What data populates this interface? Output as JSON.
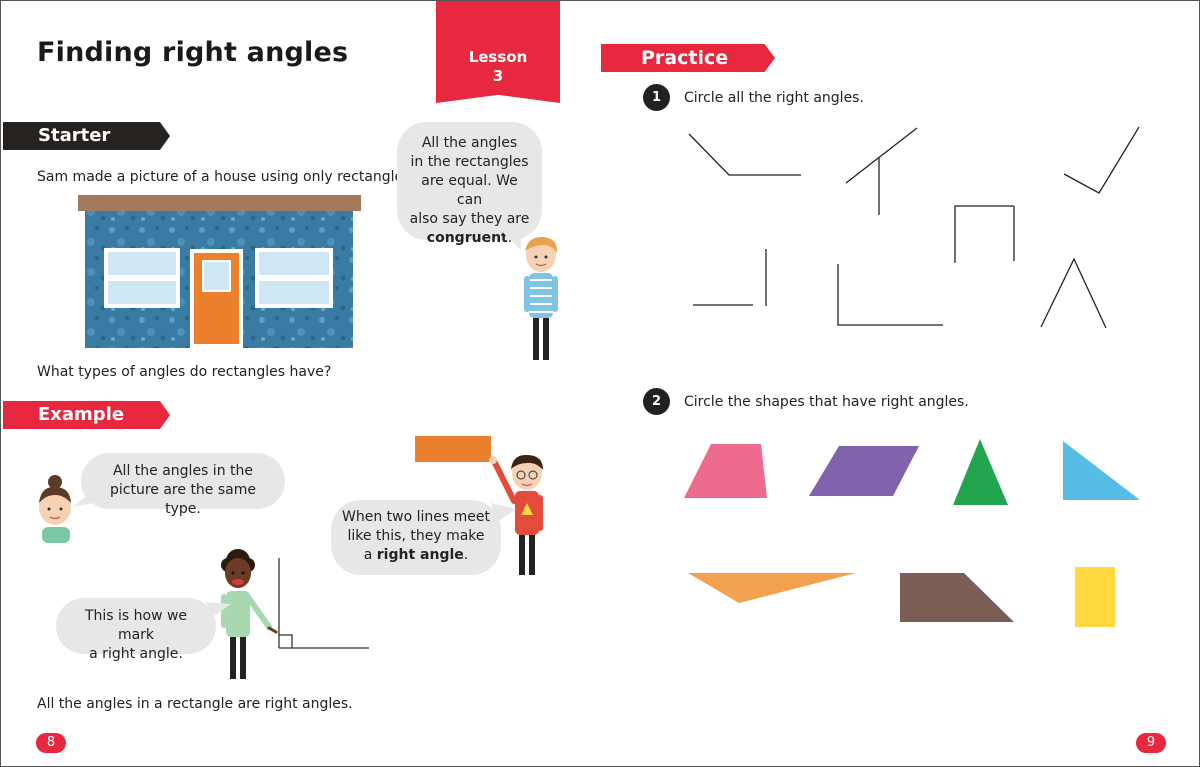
{
  "header": {
    "title": "Finding right angles",
    "lesson_label": "Lesson",
    "lesson_number": "3"
  },
  "starter": {
    "heading": "Starter",
    "intro": "Sam made a picture of a house using only rectangles.",
    "question": "What types of angles do rectangles have?",
    "bubble": {
      "line1": "All the angles",
      "line2": "in the rectangles",
      "line3": "are equal. We can",
      "line4": "also say they are",
      "emphasis": "congruent",
      "end": "."
    }
  },
  "example": {
    "heading": "Example",
    "bubble_girl": {
      "line1": "All the angles in the",
      "line2": "picture are the same type."
    },
    "bubble_boy": {
      "line1": "When two lines meet",
      "line2": "like this, they make",
      "prefix": "a ",
      "emphasis": "right angle",
      "end": "."
    },
    "bubble_mark": {
      "line1": "This is how we mark",
      "line2": "a right angle."
    },
    "conclusion": "All the angles in a rectangle are right angles."
  },
  "practice": {
    "heading": "Practice",
    "questions": [
      {
        "number": "1",
        "text": "Circle all the right angles."
      },
      {
        "number": "2",
        "text": "Circle the shapes that have right angles."
      }
    ]
  },
  "footer": {
    "left_page": "8",
    "right_page": "9"
  },
  "colors": {
    "accent_red": "#e7283f",
    "banner_dark": "#262220",
    "house_wall": "#3a7ba3",
    "house_roof": "#a37a5c",
    "door": "#ec7f2b",
    "shape_pink": "#ec6a8c",
    "shape_purple": "#8063ac",
    "shape_green": "#23a550",
    "shape_blue": "#56bde7",
    "shape_orange": "#f3a04f",
    "shape_brown": "#7c5d55",
    "shape_yellow": "#ffd83f"
  }
}
